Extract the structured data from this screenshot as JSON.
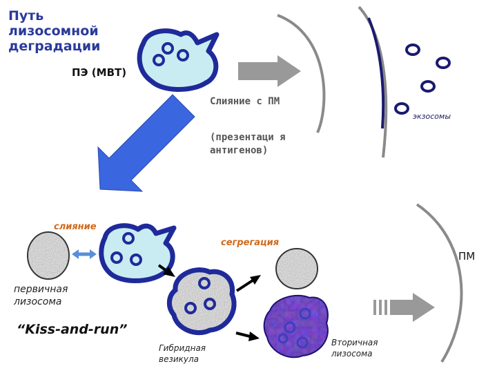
{
  "title": "Путь\nлизосомной\nдеградации",
  "mvb_label": "ПЭ (МВТ)",
  "fusion_pm": "Слияние с ПМ",
  "antigen_presentation": "(презентаци я антигенов)",
  "exosomes_label": "экзосомы",
  "fusion_label": "слияние",
  "segregation_label": "сегрегация",
  "primary_lysosome": "первичная\nлизосома",
  "kiss_and_run": "“Kiss-and-run”",
  "hybrid_vesicle": "Гибридная\nвезикула",
  "secondary_lysosome": "Вторичная\nлизосома",
  "pm_label": "ПМ",
  "colors": {
    "title": "#2a3a9a",
    "membrane_dark": "#1f2a9a",
    "membrane_fill": "#c8ecf2",
    "navy": "#1a1a70",
    "blue_arrow": "#3a66e0",
    "gray_arrow": "#999999",
    "orange_text": "#d06a1c",
    "lysosome_dark": "#2a1a90"
  },
  "icons": [
    "blue-diagonal-arrow",
    "gray-right-arrow",
    "double-headed-arrow",
    "black-arrow"
  ]
}
